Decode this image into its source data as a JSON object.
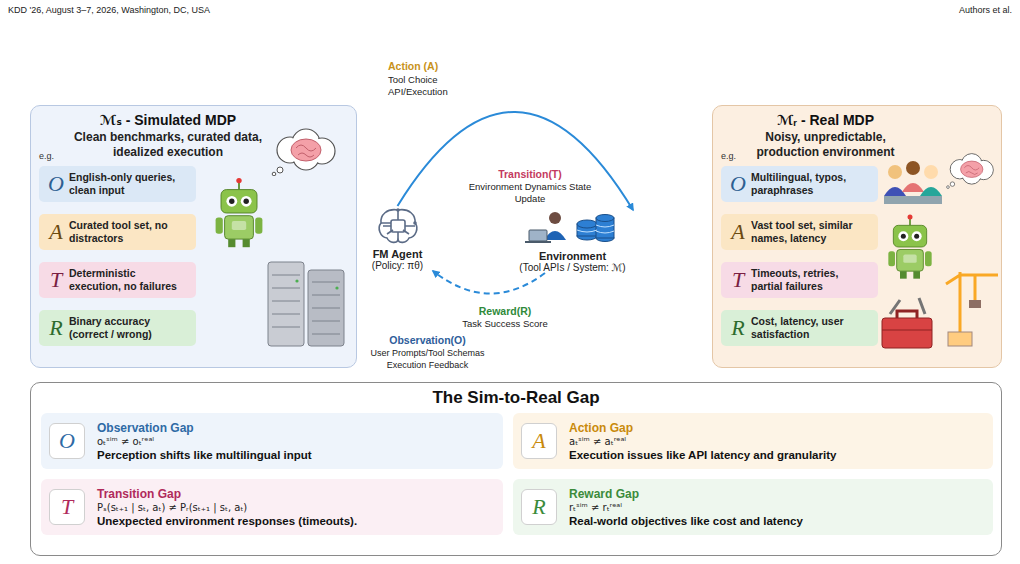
{
  "diagram": {
    "nodes": [
      {
        "text": [
          "ℳₛ - Simulated MDP",
          "Clean benchmarks, curated data, idealized execution",
          "e.g."
        ]
      },
      {
        "text": [
          "O",
          "English-only queries, clean input"
        ],
        "in": 0
      },
      {
        "text": [
          "A",
          "Curated tool set, no distractors"
        ],
        "in": 0
      },
      {
        "text": [
          "T",
          "Deterministic execution, no failures"
        ],
        "in": 0
      },
      {
        "text": [
          "R",
          "Binary accuracy (correct / wrong)"
        ],
        "in": 0
      },
      {
        "text": [
          "FM Agent",
          "(Policy: πθ)"
        ]
      },
      {
        "text": [
          "Environment",
          "(Tool APIs / System: ℳ)"
        ]
      },
      {
        "text": [
          "ℳᵣ - Real MDP",
          "Noisy, unpredictable, production environment",
          "e.g."
        ]
      },
      {
        "text": [
          "O",
          "Multilingual, typos, paraphrases"
        ],
        "in": 7
      },
      {
        "text": [
          "A",
          "Vast tool set, similar names, latency"
        ],
        "in": 7
      },
      {
        "text": [
          "T",
          "Timeouts, retries, partial failures"
        ],
        "in": 7
      },
      {
        "text": [
          "R",
          "Cost, latency, user satisfaction"
        ],
        "in": 7
      },
      {
        "text": [
          "The Sim-to-Real Gap"
        ]
      },
      {
        "text": [
          "O",
          "Observation Gap",
          "oₜˢⁱᵐ ≠ oₜʳᵉᵃˡ",
          "Perception shifts like multilingual input"
        ],
        "in": 12
      },
      {
        "text": [
          "A",
          "Action Gap",
          "aₜˢⁱᵐ ≠ aₜʳᵉᵃˡ",
          "Execution issues like API latency and granularity"
        ],
        "in": 12
      },
      {
        "text": [
          "T",
          "Transition Gap",
          "Pₛ(sₜ₊₁ | sₜ, aₜ) ≠ Pᵣ(sₜ₊₁ | sₜ, aₜ)",
          "Unexpected environment responses (timeouts)."
        ],
        "in": 12
      },
      {
        "text": [
          "R",
          "Reward Gap",
          "rₜˢⁱᵐ ≠ rₜʳᵉᵃˡ",
          "Real-world objectives like cost and latency"
        ],
        "in": 12
      }
    ],
    "edges": [
      {
        "from": 5,
        "to": 6,
        "arrow": "to"
      },
      {
        "from": 6,
        "to": 5,
        "arrow": "to"
      }
    ],
    "labels": [
      "KDD '26, August 3–7, 2026, Washington, DC, USA",
      "Authors et al.",
      "Action (A)",
      "Tool Choice API/Execution",
      "Transition(T)",
      "Environment Dynamics State Update",
      "Reward(R)",
      "Task Success Score",
      "Observation(O)",
      "User Prompts/Tool Schemas Execution Feedback"
    ]
  }
}
